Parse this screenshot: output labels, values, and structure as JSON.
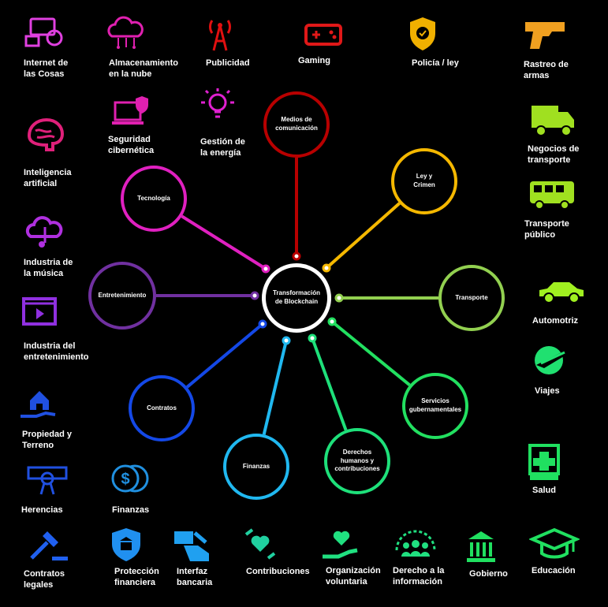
{
  "center": {
    "label": "Transformación\nde Blockchain",
    "color": "#ffffff"
  },
  "nodes": [
    {
      "label": "Medios de\ncomunicación",
      "color": "#b80000"
    },
    {
      "label": "Ley y\nCrimen",
      "color": "#f5b800"
    },
    {
      "label": "Transporte",
      "color": "#92d050"
    },
    {
      "label": "Servicios\ngubernamentales",
      "color": "#22e060"
    },
    {
      "label": "Derechos\nhumanos y\ncontribuciones",
      "color": "#1ee07a"
    },
    {
      "label": "Finanzas",
      "color": "#20b8f0"
    },
    {
      "label": "Contratos",
      "color": "#1448e6"
    },
    {
      "label": "Entretenimiento",
      "color": "#7030a0"
    },
    {
      "label": "Tecnología",
      "color": "#e020c0"
    }
  ],
  "items": [
    {
      "label": "Internet de\nlas Cosas",
      "icon": "devices-icon",
      "color": "#e040e0"
    },
    {
      "label": "Almacenamiento\nen la nube",
      "icon": "cloud-icon",
      "color": "#e020b0"
    },
    {
      "label": "Publicidad",
      "icon": "antenna-tower-icon",
      "color": "#e01010"
    },
    {
      "label": "Gaming",
      "icon": "gamepad-icon",
      "color": "#e01818"
    },
    {
      "label": "Policía / ley",
      "icon": "police-badge-icon",
      "color": "#f0b000"
    },
    {
      "label": "Rastreo de\narmas",
      "icon": "gun-icon",
      "color": "#f0a020"
    },
    {
      "label": "Seguridad\ncibernética",
      "icon": "laptop-shield-icon",
      "color": "#e020b0"
    },
    {
      "label": "Gestión de\nla energía",
      "icon": "lightbulb-icon",
      "color": "#e020d0"
    },
    {
      "label": "Inteligencia\nartificial",
      "icon": "brain-icon",
      "color": "#e0207a"
    },
    {
      "label": "Negocios de\ntransporte",
      "icon": "truck-icon",
      "color": "#a0e020"
    },
    {
      "label": "Transporte\npúblico",
      "icon": "bus-icon",
      "color": "#a0e020"
    },
    {
      "label": "Industria de\nla música",
      "icon": "music-cloud-icon",
      "color": "#b030e0"
    },
    {
      "label": "Automotriz",
      "icon": "car-icon",
      "color": "#a0f020"
    },
    {
      "label": "Industria del\nentretenimiento",
      "icon": "video-icon",
      "color": "#9030e0"
    },
    {
      "label": "Viajes",
      "icon": "globe-plane-icon",
      "color": "#20e070"
    },
    {
      "label": "Propiedad y\nTerreno",
      "icon": "house-hand-icon",
      "color": "#2050e0"
    },
    {
      "label": "Herencias",
      "icon": "scroll-icon",
      "color": "#2050e0"
    },
    {
      "label": "Finanzas",
      "icon": "coins-icon",
      "color": "#2090e0"
    },
    {
      "label": "Salud",
      "icon": "medical-cross-icon",
      "color": "#20e060"
    },
    {
      "label": "Contratos\nlegales",
      "icon": "gavel-icon",
      "color": "#2060f0"
    },
    {
      "label": "Protección\nfinanciera",
      "icon": "shield-bank-icon",
      "color": "#2090f0"
    },
    {
      "label": "Interfaz\nbancaria",
      "icon": "card-hand-icon",
      "color": "#20a0f0"
    },
    {
      "label": "Contribuciones",
      "icon": "heart-hands-icon",
      "color": "#20d0a0"
    },
    {
      "label": "Organización\nvoluntaria",
      "icon": "heart-hand-icon",
      "color": "#20e080"
    },
    {
      "label": "Derecho a la\ninformación",
      "icon": "people-icon",
      "color": "#20e080"
    },
    {
      "label": "Gobierno",
      "icon": "government-building-icon",
      "color": "#20e060"
    },
    {
      "label": "Educación",
      "icon": "graduation-cap-icon",
      "color": "#20e060"
    }
  ]
}
